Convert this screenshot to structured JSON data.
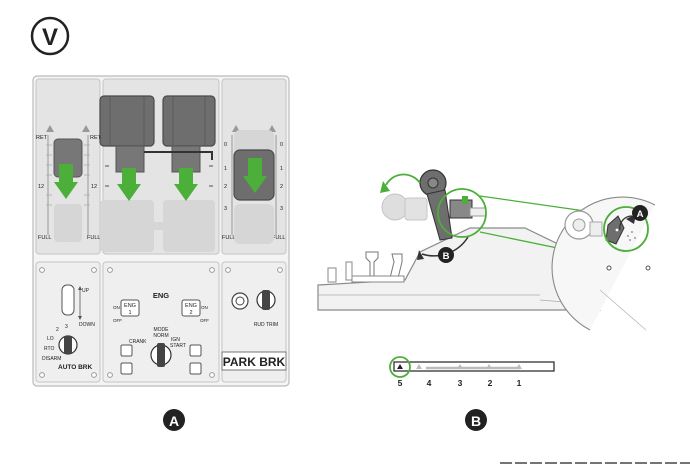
{
  "section_badge": "V",
  "labels": {
    "panel_a": "A",
    "panel_b": "B"
  },
  "left_scale": {
    "top_l": "RET",
    "top_r": "RET",
    "mid_l": "12",
    "mid_r": "12",
    "bot_l": "FULL",
    "bot_r": "FULL"
  },
  "right_scale": {
    "top_l": "0",
    "top_r": "0",
    "row1": "1",
    "row2": "2",
    "row3": "3",
    "bot_l": "FULL",
    "bot_r": "FULL"
  },
  "auto_brk": {
    "title": "AUTO BRK",
    "up": "UP",
    "down": "DOWN",
    "lo": "LO",
    "pos2": "2",
    "rto": "RTO",
    "disarm": "DISARM",
    "pos3": "3"
  },
  "eng_panel": {
    "title": "ENG",
    "eng1": "ENG\n1",
    "eng1_line1": "ENG",
    "eng1_line2": "1",
    "eng2_line1": "ENG",
    "eng2_line2": "2",
    "on_l": "ON",
    "off_l": "OFF",
    "on_r": "ON",
    "off_r": "OFF",
    "mode_line1": "MODE",
    "mode_line2": "NORM",
    "crank": "CRANK",
    "ign_line1": "IGN",
    "ign_line2": "START"
  },
  "rud_panel": {
    "rud_trim": "RUD TRIM",
    "park_brk": "PARK BRK"
  },
  "callouts": {
    "a": "A",
    "b": "B"
  },
  "scale_bar": {
    "ticks": [
      "5",
      "4",
      "3",
      "2",
      "1"
    ]
  },
  "colors": {
    "accent_green": "#4caf3a",
    "panel_gray": "#e0e0e0",
    "dark_gray": "#6b6b6b",
    "light_gray": "#d2d2d2"
  }
}
